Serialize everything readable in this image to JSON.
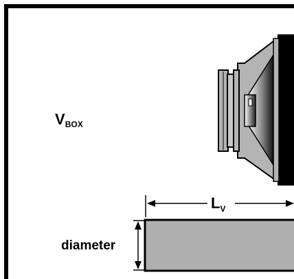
{
  "labels": {
    "volume_main": "V",
    "volume_sub": "BOX",
    "length_main": "L",
    "length_sub": "V",
    "diameter": "diameter"
  },
  "colors": {
    "background": "#ffffff",
    "outline": "#000000",
    "speaker_gray": "#b4b4b4",
    "port_gray": "#b0b0b0"
  }
}
